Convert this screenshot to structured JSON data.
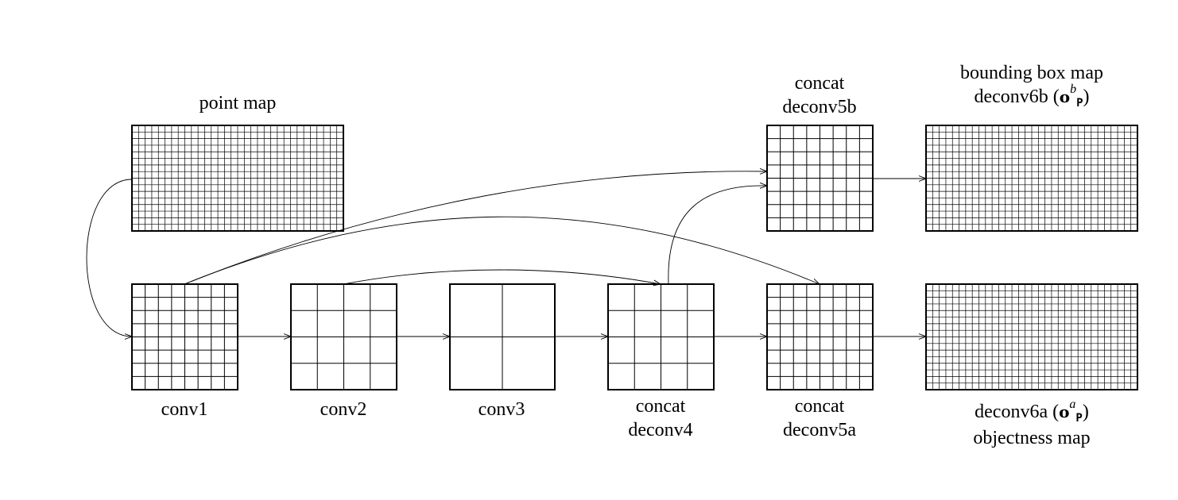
{
  "title": "",
  "labels": {
    "point_map": "point map",
    "conv1": "conv1",
    "conv2": "conv2",
    "conv3": "conv3",
    "deconv4_line1": "concat",
    "deconv4_line2": "deconv4",
    "deconv5a_line1": "concat",
    "deconv5a_line2": "deconv5a",
    "deconv5b_line1": "concat",
    "deconv5b_line2": "deconv5b",
    "deconv6b_line1": "bounding box map",
    "deconv6b_prefix": "deconv6b (",
    "deconv6b_sym": "o",
    "deconv6b_sup": "b",
    "deconv6b_sub": "P",
    "deconv6b_suffix": ")",
    "deconv6a_prefix": "deconv6a (",
    "deconv6a_sym": "o",
    "deconv6a_sup": "a",
    "deconv6a_sub": "P",
    "deconv6a_suffix": ")",
    "deconv6a_line2": "objectness map"
  },
  "layers": [
    {
      "id": "point-map",
      "cols": 32,
      "rows": 16
    },
    {
      "id": "conv1",
      "cols": 8,
      "rows": 8
    },
    {
      "id": "conv2",
      "cols": 4,
      "rows": 4
    },
    {
      "id": "conv3",
      "cols": 2,
      "rows": 2
    },
    {
      "id": "deconv4",
      "cols": 4,
      "rows": 4
    },
    {
      "id": "deconv5a",
      "cols": 8,
      "rows": 8
    },
    {
      "id": "deconv5b",
      "cols": 8,
      "rows": 8
    },
    {
      "id": "deconv6a",
      "cols": 32,
      "rows": 16
    },
    {
      "id": "deconv6b",
      "cols": 32,
      "rows": 16
    }
  ],
  "connections": [
    {
      "from": "point-map",
      "to": "conv1"
    },
    {
      "from": "conv1",
      "to": "conv2"
    },
    {
      "from": "conv2",
      "to": "conv3"
    },
    {
      "from": "conv3",
      "to": "deconv4"
    },
    {
      "from": "deconv4",
      "to": "deconv5a"
    },
    {
      "from": "deconv5a",
      "to": "deconv6a"
    },
    {
      "from": "deconv5b",
      "to": "deconv6b"
    },
    {
      "from": "conv1",
      "to": "deconv5b"
    },
    {
      "from": "conv1",
      "to": "deconv5a"
    },
    {
      "from": "conv2",
      "to": "deconv4"
    },
    {
      "from": "deconv4",
      "to": "deconv5b"
    }
  ]
}
